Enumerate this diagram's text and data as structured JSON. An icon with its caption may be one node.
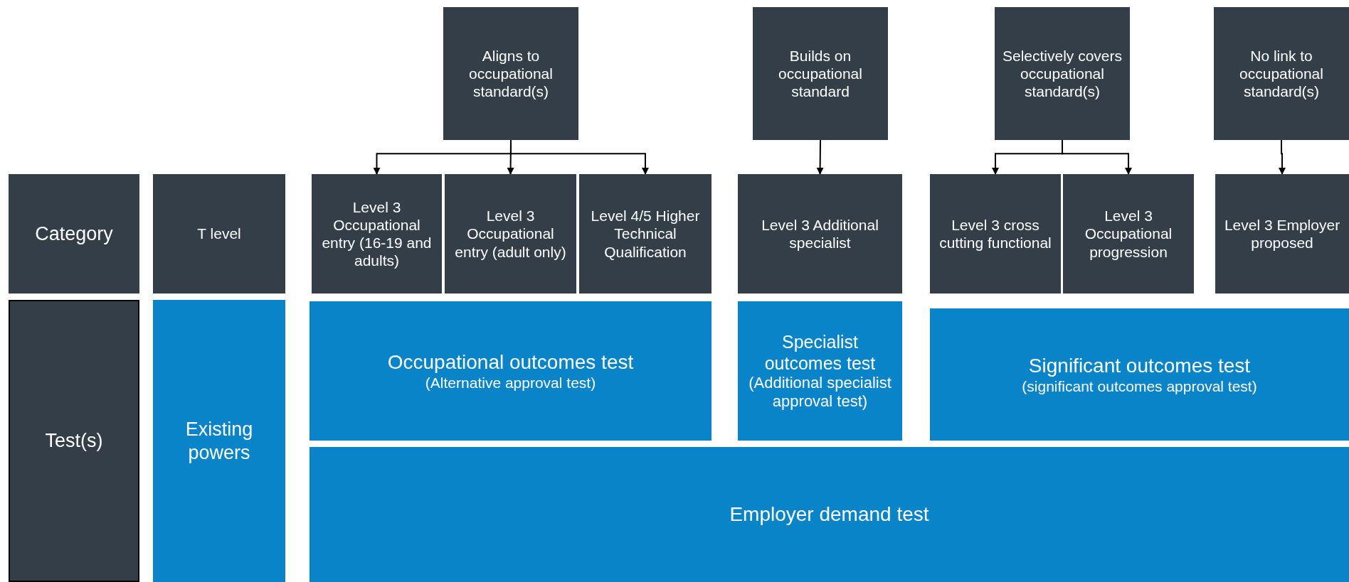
{
  "diagram": {
    "nodes": [
      {
        "text": [
          "Aligns to occupational standard(s)"
        ]
      },
      {
        "text": [
          "Builds on occupational standard"
        ]
      },
      {
        "text": [
          "Selectively covers occupational standard(s)"
        ]
      },
      {
        "text": [
          "No link to occupational standard(s)"
        ]
      },
      {
        "text": [
          "Category"
        ]
      },
      {
        "text": [
          "T level"
        ]
      },
      {
        "text": [
          "Level 3 Occupational entry (16-19 and adults)"
        ]
      },
      {
        "text": [
          "Level 3 Occupational entry (adult only)"
        ]
      },
      {
        "text": [
          "Level 4/5 Higher Technical Qualification"
        ]
      },
      {
        "text": [
          "Level 3 Additional specialist"
        ]
      },
      {
        "text": [
          "Level 3 cross cutting functional"
        ]
      },
      {
        "text": [
          "Level 3 Occupational progression"
        ]
      },
      {
        "text": [
          "Level 3 Employer proposed"
        ]
      },
      {
        "text": [
          "Test(s)"
        ]
      },
      {
        "text": [
          "Existing powers"
        ]
      },
      {
        "text": [
          "Occupational outcomes test",
          "(Alternative approval test)"
        ]
      },
      {
        "text": [
          "Specialist outcomes test",
          "(Additional specialist approval test)"
        ]
      },
      {
        "text": [
          "Significant outcomes test",
          "(significant outcomes approval test)"
        ]
      },
      {
        "text": [
          "Employer demand test"
        ]
      }
    ],
    "edges": [
      {
        "from": 0,
        "to": 6,
        "arrow": "to"
      },
      {
        "from": 0,
        "to": 7,
        "arrow": "to"
      },
      {
        "from": 0,
        "to": 8,
        "arrow": "to"
      },
      {
        "from": 1,
        "to": 9,
        "arrow": "to"
      },
      {
        "from": 2,
        "to": 10,
        "arrow": "to"
      },
      {
        "from": 2,
        "to": 11,
        "arrow": "to"
      },
      {
        "from": 3,
        "to": 12,
        "arrow": "to"
      }
    ]
  }
}
